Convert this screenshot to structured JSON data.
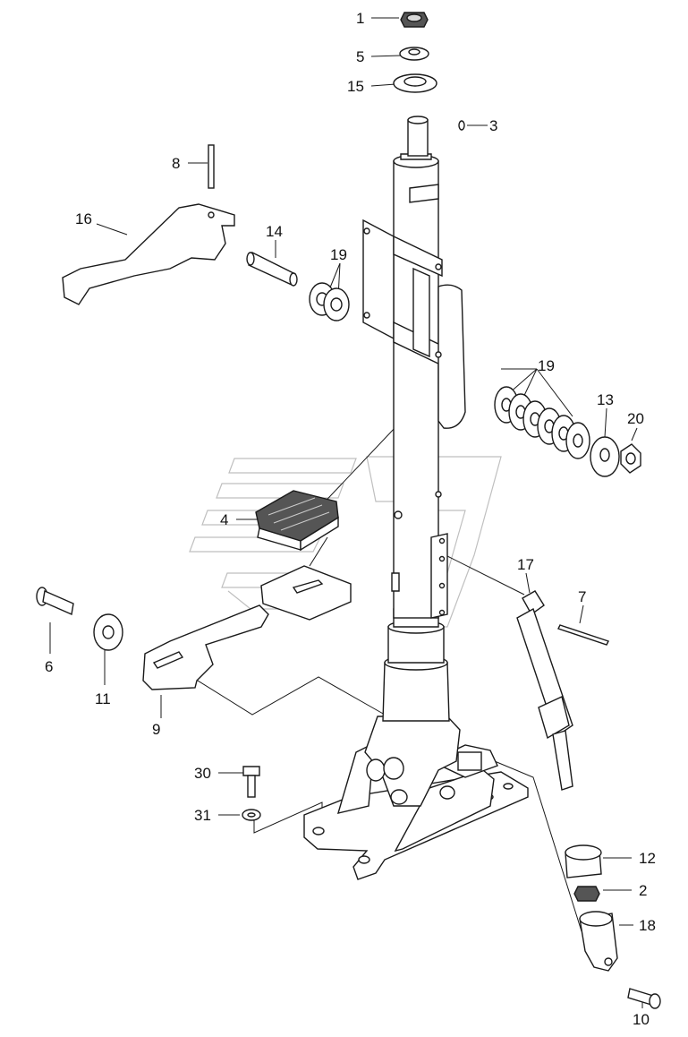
{
  "callouts": [
    {
      "id": "c1",
      "label": "1"
    },
    {
      "id": "c5",
      "label": "5"
    },
    {
      "id": "c15",
      "label": "15"
    },
    {
      "id": "c3",
      "label": "3"
    },
    {
      "id": "c8",
      "label": "8"
    },
    {
      "id": "c16",
      "label": "16"
    },
    {
      "id": "c14",
      "label": "14"
    },
    {
      "id": "c19a",
      "label": "19"
    },
    {
      "id": "c19b",
      "label": "19"
    },
    {
      "id": "c13",
      "label": "13"
    },
    {
      "id": "c20",
      "label": "20"
    },
    {
      "id": "c4",
      "label": "4"
    },
    {
      "id": "c17",
      "label": "17"
    },
    {
      "id": "c7",
      "label": "7"
    },
    {
      "id": "c6",
      "label": "6"
    },
    {
      "id": "c11",
      "label": "11"
    },
    {
      "id": "c9",
      "label": "9"
    },
    {
      "id": "c30",
      "label": "30"
    },
    {
      "id": "c31",
      "label": "31"
    },
    {
      "id": "c12",
      "label": "12"
    },
    {
      "id": "c2",
      "label": "2"
    },
    {
      "id": "c18",
      "label": "18"
    },
    {
      "id": "c10",
      "label": "10"
    }
  ]
}
